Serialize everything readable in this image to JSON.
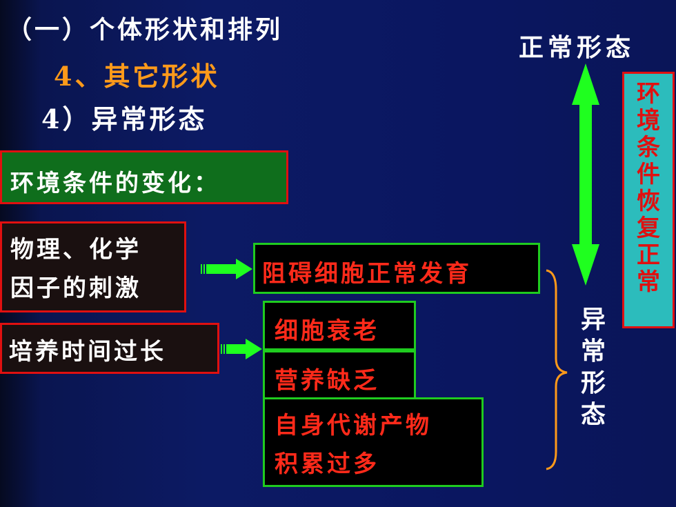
{
  "heading": {
    "section": "（一）个体形状和排列",
    "sub": "4、其它形状",
    "point": "4）异常形态"
  },
  "environment_change": "环境条件的变化：",
  "factors": {
    "physical_chemical_line1": "物理、化学",
    "physical_chemical_line2": "因子的刺激",
    "culture_time": "培养时间过长"
  },
  "effects": {
    "block_development": "阻碍细胞正常发育",
    "aging": "细胞衰老",
    "nutrition": "营养缺乏",
    "metabolite_line1": "自身代谢产物",
    "metabolite_line2": "积累过多"
  },
  "normal_form": "正常形态",
  "abnormal_form": [
    "异",
    "常",
    "形",
    "态"
  ],
  "recovery": [
    "环",
    "境",
    "条",
    "件",
    "恢",
    "复",
    "正",
    "常"
  ],
  "colors": {
    "background": "#0c1a64",
    "heading_orange": "#ff9a1a",
    "box_red": "#e01010",
    "box_green": "#1fcc1f",
    "arrow_green": "#1fff1f",
    "effect_text": "#ff2a1a",
    "brace_orange": "#ff9a1a",
    "recovery_bg": "#2cbcbc"
  }
}
